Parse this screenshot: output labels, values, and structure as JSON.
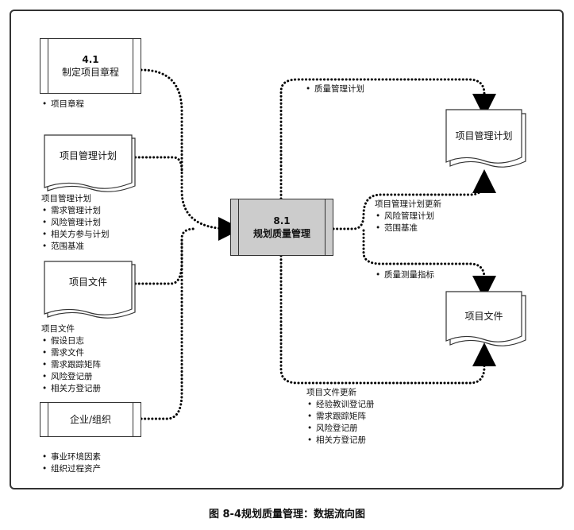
{
  "caption": "图 8-4规划质量管理：数据流向图",
  "input_charter": {
    "number": "4.1",
    "name": "制定项目章程"
  },
  "input_plan": {
    "name": "项目管理计划"
  },
  "input_docs": {
    "name": "项目文件"
  },
  "input_org": {
    "name": "企业/组织"
  },
  "process": {
    "number": "8.1",
    "name": "规划质量管理"
  },
  "output_plan": {
    "name": "项目管理计划"
  },
  "output_docs": {
    "name": "项目文件"
  },
  "labels": {
    "charter": {
      "items": [
        "项目章程"
      ]
    },
    "plan": {
      "title": "项目管理计划",
      "items": [
        "需求管理计划",
        "风险管理计划",
        "相关方参与计划",
        "范围基准"
      ]
    },
    "docs": {
      "title": "项目文件",
      "items": [
        "假设日志",
        "需求文件",
        "需求跟踪矩阵",
        "风险登记册",
        "相关方登记册"
      ]
    },
    "org": {
      "items": [
        "事业环境因素",
        "组织过程资产"
      ]
    },
    "quality_plan": {
      "items": [
        "质量管理计划"
      ]
    },
    "plan_updates": {
      "title": "项目管理计划更新",
      "items": [
        "风险管理计划",
        "范围基准"
      ]
    },
    "metrics": {
      "items": [
        "质量测量指标"
      ]
    },
    "docs_updates": {
      "title": "项目文件更新",
      "items": [
        "经验教训登记册",
        "需求跟踪矩阵",
        "风险登记册",
        "相关方登记册"
      ]
    }
  }
}
